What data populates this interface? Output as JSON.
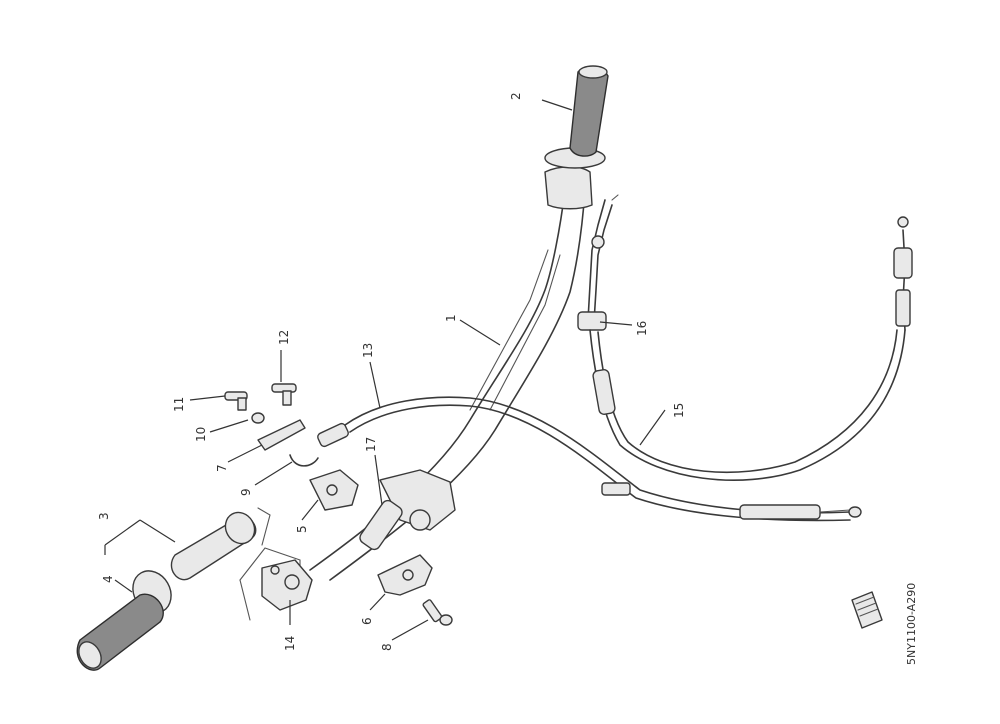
{
  "diagram": {
    "reference_code": "5NY1100-A290",
    "callouts": [
      {
        "id": "c1",
        "label": "1"
      },
      {
        "id": "c2",
        "label": "2"
      },
      {
        "id": "c3",
        "label": "3"
      },
      {
        "id": "c4",
        "label": "4"
      },
      {
        "id": "c5",
        "label": "5"
      },
      {
        "id": "c6",
        "label": "6"
      },
      {
        "id": "c7",
        "label": "7"
      },
      {
        "id": "c8",
        "label": "8"
      },
      {
        "id": "c9",
        "label": "9"
      },
      {
        "id": "c10",
        "label": "10"
      },
      {
        "id": "c11",
        "label": "11"
      },
      {
        "id": "c12",
        "label": "12"
      },
      {
        "id": "c13",
        "label": "13"
      },
      {
        "id": "c14",
        "label": "14"
      },
      {
        "id": "c15",
        "label": "15"
      },
      {
        "id": "c16",
        "label": "16"
      },
      {
        "id": "c17",
        "label": "17"
      }
    ]
  }
}
